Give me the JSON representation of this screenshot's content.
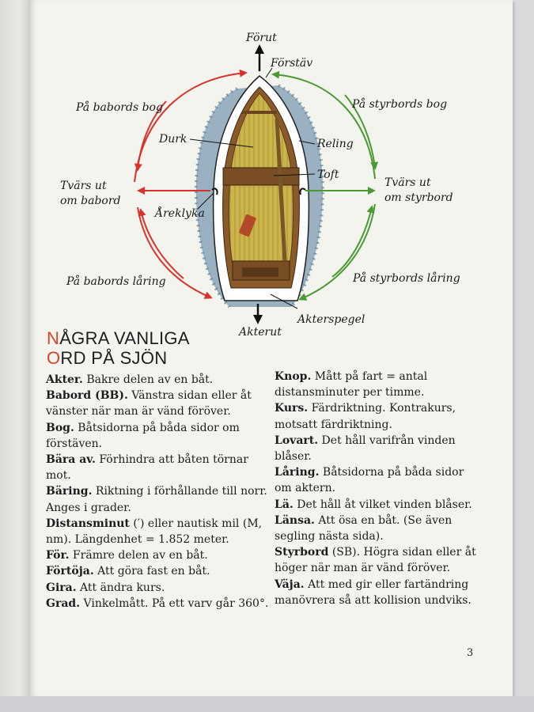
{
  "diagram": {
    "labels": {
      "forut": "Förut",
      "forstav": "Förstäv",
      "babords_bog": "På babords bog",
      "styrbords_bog": "På styrbords bog",
      "durk": "Durk",
      "reling": "Reling",
      "toft": "Toft",
      "tvars_babord_1": "Tvärs ut",
      "tvars_babord_2": "om babord",
      "tvars_styrbord_1": "Tvärs ut",
      "tvars_styrbord_2": "om styrbord",
      "arklyka": "Åreklyka",
      "babords_laring": "På babords låring",
      "styrbords_laring": "På styrbords låring",
      "akterspegel": "Akterspegel",
      "akterut": "Akterut"
    },
    "colors": {
      "red": "#d8322b",
      "green": "#4a9a32",
      "water": "#7e9bb0",
      "hull": "#ffffff",
      "floor": "#c9b24a",
      "wood": "#8a5a2b"
    }
  },
  "heading": {
    "line1_cap": "N",
    "line1_rest": "ÅGRA VANLIGA",
    "line2_cap": "O",
    "line2_rest": "RD PÅ SJÖN"
  },
  "glossary_left": [
    {
      "term": "Akter.",
      "def": " Bakre delen av en båt."
    },
    {
      "term": "Babord (BB).",
      "def": " Vänstra sidan eller åt vänster när man är vänd föröver."
    },
    {
      "term": "Bog.",
      "def": " Båtsidorna på båda sidor om förstäven."
    },
    {
      "term": "Bära av.",
      "def": " Förhindra att båten törnar mot."
    },
    {
      "term": "Bäring.",
      "def": " Riktning i förhållande till norr. Anges i grader."
    },
    {
      "term": "Distansminut",
      "def": " (′) eller nautisk mil (M, nm). Längdenhet = 1.852 meter."
    },
    {
      "term": "För.",
      "def": " Främre delen av en båt."
    },
    {
      "term": "Förtöja.",
      "def": " Att göra fast en båt."
    },
    {
      "term": "Gira.",
      "def": " Att ändra kurs."
    },
    {
      "term": "Grad.",
      "def": " Vinkelmått. På ett varv går 360°."
    }
  ],
  "glossary_right": [
    {
      "term": "Knop.",
      "def": " Mått på fart = antal distansminuter per timme."
    },
    {
      "term": "Kurs.",
      "def": " Färdriktning. Kontrakurs, motsatt färdriktning."
    },
    {
      "term": "Lovart.",
      "def": " Det håll varifrån vinden blåser."
    },
    {
      "term": "Låring.",
      "def": " Båtsidorna på båda sidor om aktern."
    },
    {
      "term": "Lä.",
      "def": " Det håll åt vilket vinden blåser."
    },
    {
      "term": "Länsa.",
      "def": " Att ösa en båt. (Se även segling nästa sida)."
    },
    {
      "term": "Styrbord",
      "def": " (SB). Högra sidan eller åt höger när man är vänd föröver."
    },
    {
      "term": "Väja.",
      "def": " Att med gir eller fartändring manövrera så att kollision undviks."
    }
  ],
  "page_number": "3"
}
